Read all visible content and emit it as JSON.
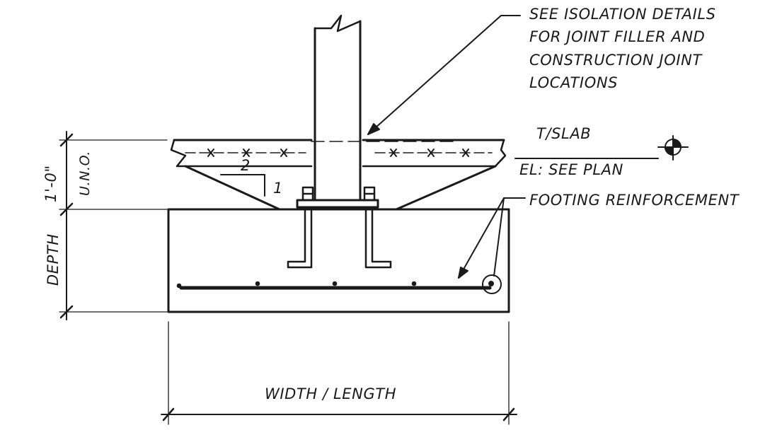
{
  "notes": {
    "isolation": [
      "SEE ISOLATION DETAILS",
      "FOR JOINT FILLER AND",
      "CONSTRUCTION JOINT",
      "LOCATIONS"
    ],
    "footing_reinforcement": "FOOTING REINFORCEMENT"
  },
  "elevation": {
    "top": "T/SLAB",
    "bottom": "EL: SEE PLAN"
  },
  "dimensions": {
    "slab_thickness": "1'-0\"",
    "slab_note": "U.N.O.",
    "depth": "DEPTH",
    "width": "WIDTH / LENGTH"
  },
  "slope": {
    "run": "2",
    "rise": "1"
  }
}
